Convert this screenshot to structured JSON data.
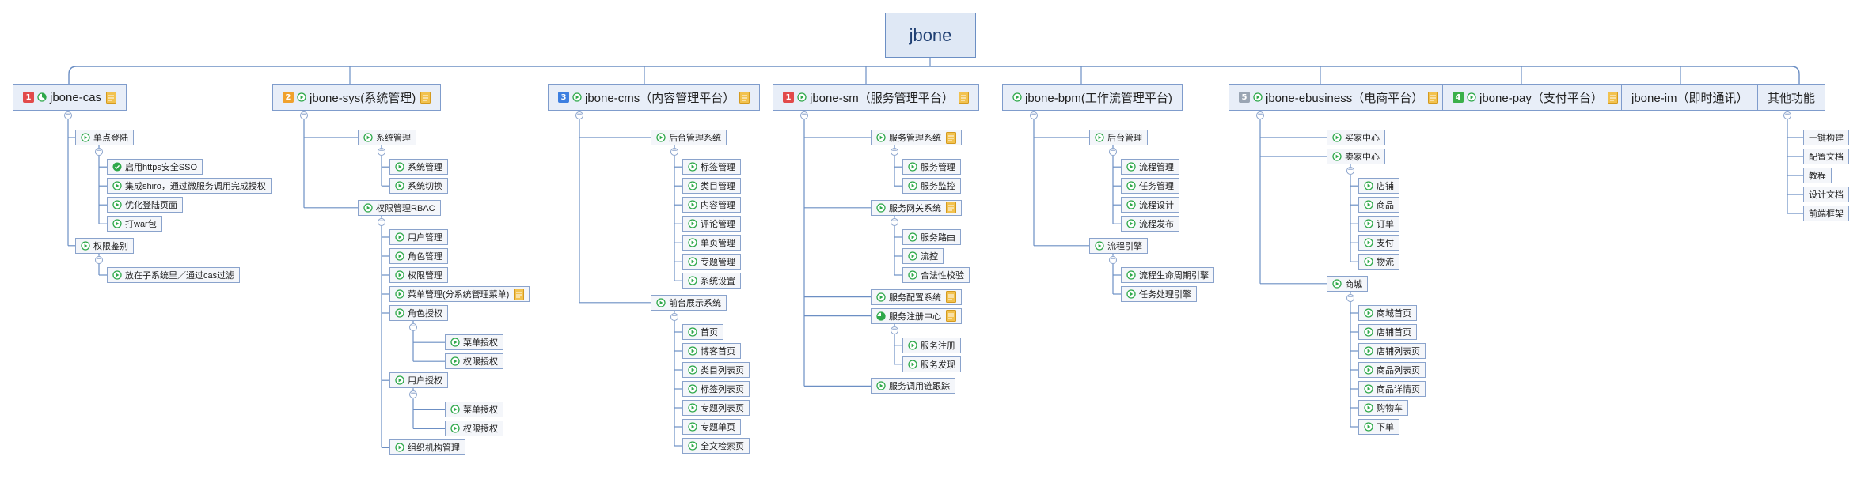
{
  "root": {
    "label": "jbone"
  },
  "colors": {
    "line": "#6c8fc4",
    "node_border": "#8aa3cc",
    "root_fill": "#dfe8f5",
    "play_icon": "#2ea84a",
    "note_icon": "#f2c24f"
  },
  "branches": [
    {
      "label": "jbone-cas",
      "priority": "1",
      "icon": "progress-icon",
      "note": true,
      "children": [
        {
          "label": "单点登陆",
          "children": [
            {
              "label": "启用https安全SSO",
              "icon": "done-icon"
            },
            {
              "label": "集成shiro，通过微服务调用完成授权"
            },
            {
              "label": "优化登陆页面"
            },
            {
              "label": "打war包"
            }
          ]
        },
        {
          "label": "权限鉴别",
          "children": [
            {
              "label": "放在子系统里／通过cas过滤"
            }
          ]
        }
      ]
    },
    {
      "label": "jbone-sys(系统管理)",
      "priority": "2",
      "note": true,
      "children": [
        {
          "label": "系统管理",
          "children": [
            {
              "label": "系统管理"
            },
            {
              "label": "系统切换"
            }
          ]
        },
        {
          "label": "权限管理RBAC",
          "children": [
            {
              "label": "用户管理"
            },
            {
              "label": "角色管理"
            },
            {
              "label": "权限管理"
            },
            {
              "label": "菜单管理(分系统管理菜单)",
              "note": true
            },
            {
              "label": "角色授权",
              "children": [
                {
                  "label": "菜单授权"
                },
                {
                  "label": "权限授权"
                }
              ]
            },
            {
              "label": "用户授权",
              "children": [
                {
                  "label": "菜单授权"
                },
                {
                  "label": "权限授权"
                }
              ]
            },
            {
              "label": "组织机构管理"
            }
          ]
        }
      ]
    },
    {
      "label": "jbone-cms（内容管理平台）",
      "priority": "3",
      "note": true,
      "children": [
        {
          "label": "后台管理系统",
          "children": [
            {
              "label": "标签管理"
            },
            {
              "label": "类目管理"
            },
            {
              "label": "内容管理"
            },
            {
              "label": "评论管理"
            },
            {
              "label": "单页管理"
            },
            {
              "label": "专题管理"
            },
            {
              "label": "系统设置"
            }
          ]
        },
        {
          "label": "前台展示系统",
          "children": [
            {
              "label": "首页"
            },
            {
              "label": "博客首页"
            },
            {
              "label": "类目列表页"
            },
            {
              "label": "标签列表页"
            },
            {
              "label": "专题列表页"
            },
            {
              "label": "专题单页"
            },
            {
              "label": "全文检索页"
            }
          ]
        }
      ]
    },
    {
      "label": "jbone-sm（服务管理平台）",
      "priority": "1",
      "note": true,
      "children": [
        {
          "label": "服务管理系统",
          "note": true,
          "children": [
            {
              "label": "服务管理"
            },
            {
              "label": "服务监控"
            }
          ]
        },
        {
          "label": "服务网关系统",
          "note": true,
          "children": [
            {
              "label": "服务路由"
            },
            {
              "label": "流控"
            },
            {
              "label": "合法性校验"
            }
          ]
        },
        {
          "label": "服务配置系统",
          "note": true
        },
        {
          "label": "服务注册中心",
          "icon": "half-icon",
          "note": true,
          "children": [
            {
              "label": "服务注册"
            },
            {
              "label": "服务发现"
            }
          ]
        },
        {
          "label": "服务调用链跟踪"
        }
      ]
    },
    {
      "label": "jbone-bpm(工作流管理平台)",
      "children": [
        {
          "label": "后台管理",
          "children": [
            {
              "label": "流程管理"
            },
            {
              "label": "任务管理"
            },
            {
              "label": "流程设计"
            },
            {
              "label": "流程发布"
            }
          ]
        },
        {
          "label": "流程引擎",
          "children": [
            {
              "label": "流程生命周期引擎"
            },
            {
              "label": "任务处理引擎"
            }
          ]
        }
      ]
    },
    {
      "label": "jbone-ebusiness（电商平台）",
      "priority": "5",
      "note": true,
      "children": [
        {
          "label": "买家中心"
        },
        {
          "label": "卖家中心",
          "children": [
            {
              "label": "店铺"
            },
            {
              "label": "商品"
            },
            {
              "label": "订单"
            },
            {
              "label": "支付"
            },
            {
              "label": "物流"
            }
          ]
        },
        {
          "label": "商城",
          "children": [
            {
              "label": "商城首页"
            },
            {
              "label": "店铺首页"
            },
            {
              "label": "店铺列表页"
            },
            {
              "label": "商品列表页"
            },
            {
              "label": "商品详情页"
            },
            {
              "label": "购物车"
            },
            {
              "label": "下单"
            }
          ]
        }
      ]
    },
    {
      "label": "jbone-pay（支付平台）",
      "priority": "4",
      "note": true
    },
    {
      "label": "jbone-im（即时通讯）",
      "noicon": true
    },
    {
      "label": "其他功能",
      "noicon": true,
      "leafplain": true,
      "children": [
        {
          "label": "一键构建"
        },
        {
          "label": "配置文档"
        },
        {
          "label": "教程"
        },
        {
          "label": "设计文档"
        },
        {
          "label": "前端框架"
        }
      ]
    }
  ]
}
